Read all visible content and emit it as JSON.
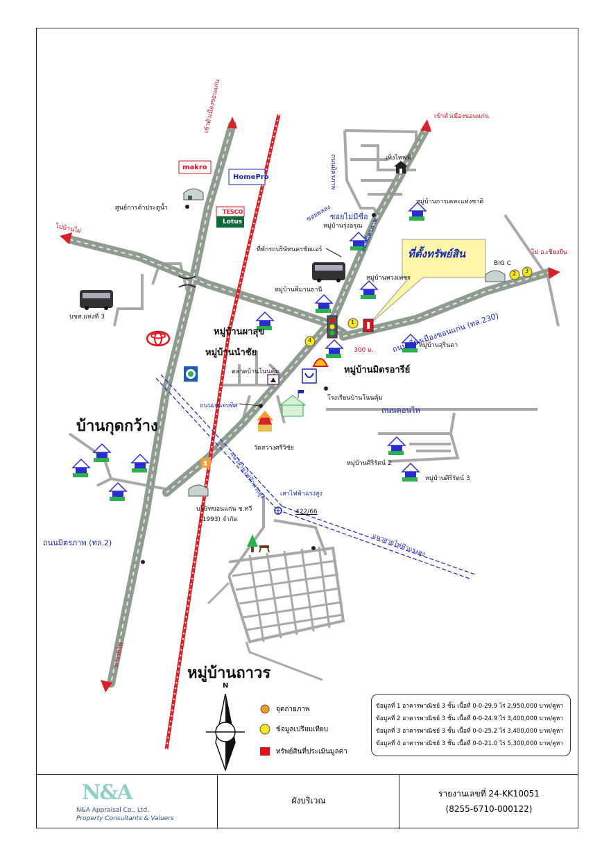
{
  "map": {
    "area_labels": {
      "ban_kut_kwang": "บ้านกุดกว้าง",
      "mu_ban_thawon": "หมู่บ้านถาวร",
      "mu_ban_pha_suk": "หมู่บ้านผาสุข",
      "mu_ban_nam_chai": "หมู่บ้านนำชัย",
      "mu_ban_mitr_aree": "หมู่บ้านมิตรอารีย์"
    },
    "road_labels": {
      "to_khon_kaen_left": "เข้าตัวเมืองขอนแก่น",
      "to_khon_kaen_top": "เข้าตัวเมืองขอนแก่น",
      "to_ban_phai": "ไปบ้านไผ่",
      "to_chonnabot": "ไป อ.เชียงยืน",
      "soi_phon": "ซอยพลลง",
      "soi_unnamed": "ซอยไม่มีชื่อ",
      "thanon_bypass": "ถนนเลี่ยงเมืองขอนแก่น (ทล.230)",
      "thanon_chen": "ถนนเจนจบทิศ",
      "thanon_non_khon": "ถนนดอนไห",
      "thanon_mittraphap": "ถนนมิตรภาพ (ทล.2)",
      "powerline_1": "แนวสายไฟฟ้าแรงสูง",
      "powerline_2": "แนวสายไฟฟ้าแรงสูง",
      "power_pole": "เสาไฟฟ้าแรงสูง",
      "distance": "300 ม.",
      "parcel": "422/66",
      "rail_line": "ทางรถไฟ",
      "lane_top": "ถนนมิตรภาพ",
      "lane_mid": "ถนนมิตรภาพ"
    },
    "place_labels": {
      "makro_center": "ศูนย์การค้าประตูน้ำ",
      "bus_terminal": "ที่พักรถบริษัทนครชัยแอร์",
      "bus_station3": "บขส.แห่งที่ 3",
      "bigc": "BIG C",
      "rungarun": "หมู่บ้านรุ่งอรุณ",
      "karn_keha": "หมู่บ้านการเคหะแห่งชาติ",
      "pimarn_thani": "หมู่บ้านพิมานธานี",
      "puang_pet": "หมู่บ้านพวงเพชร",
      "surinda": "หมู่บ้านสุรินดา",
      "talad_nonkhum": "ตลาดบ้านโนนคุ้ม",
      "school": "โรงเรียนบ้านโนนคุ้ม",
      "wat": "วัดสว่างศรีวิชัย",
      "siriratana2": "หมู่บ้านศิริรัตน์ 2",
      "siriratana3": "หมู่บ้านศิริรัตน์ 3",
      "company_a": "บริษัทขอนแก่น ช.ทวี",
      "company_b": "(1993) จำกัด",
      "depot": "เพิ่งไทฟฟ้"
    },
    "brands": {
      "makro": "makro",
      "homepro": "HomePro",
      "tesco": "TESCO",
      "lotus": "Lotus"
    },
    "callout": "ที่ตั้งทรัพย์สิน",
    "markers": [
      "1",
      "2",
      "3",
      "4"
    ]
  },
  "compass": {
    "north": "N"
  },
  "legend": {
    "photo_point": "จุดถ่ายภาพ",
    "comparables": "ข้อมูลเปรียบเทียบ",
    "subject": "ทรัพย์สินที่ประเมินมูลค่า",
    "rows": [
      "ข้อมูลที่ 1 อาคารพาณิชย์ 3 ชั้น เนื้อที่ 0-0-29.9 ไร่ 2,950,000 บาท/คูหา",
      "ข้อมูลที่ 2 อาคารพาณิชย์ 3 ชั้น เนื้อที่ 0-0-24.9 ไร่ 3,400,000 บาท/คูหา",
      "ข้อมูลที่ 3 อาคารพาณิชย์ 3 ชั้น เนื้อที่ 0-0-25.2 ไร่ 3,400,000 บาท/คูหา",
      "ข้อมูลที่ 4 อาคารพาณิชย์ 3 ชั้น เนื้อที่ 0-0-21.0 ไร่ 5,300,000 บาท/คูหา"
    ],
    "colors": {
      "photo": "#f39c22",
      "comparable": "#f5e61c",
      "subject": "#e0141e"
    }
  },
  "footer": {
    "logo_mark": "N&A",
    "company": "N&A Appraisal Co., Ltd.",
    "tagline": "Property Consultants & Valuers",
    "plan_title": "ผังบริเวณ",
    "report_no": "รายงานเลขที่  24-KK10051",
    "report_code": "(8255-6710-000122)"
  }
}
